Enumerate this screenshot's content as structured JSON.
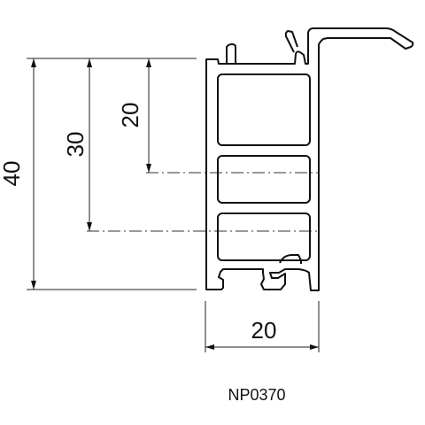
{
  "diagram": {
    "profile_code": "NP0370",
    "dimensions": {
      "height_total": "40",
      "height_mid": "30",
      "height_top": "20",
      "width": "20"
    }
  }
}
